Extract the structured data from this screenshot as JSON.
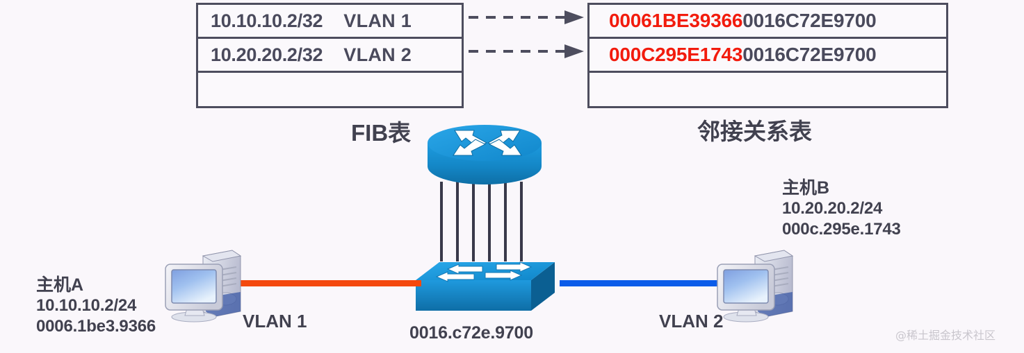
{
  "diagram": {
    "background_color": "#faf7fb",
    "fib_table": {
      "caption": "FIB表",
      "rows": [
        {
          "prefix": "10.10.10.2/32",
          "vlan": "VLAN 1"
        },
        {
          "prefix": "10.20.20.2/32",
          "vlan": "VLAN 2"
        },
        {
          "prefix": "",
          "vlan": ""
        }
      ]
    },
    "adjacency_table": {
      "caption": "邻接关系表",
      "rows": [
        {
          "dst_mac": "00061BE39366",
          "src_mac": "0016C72E9700"
        },
        {
          "dst_mac": "000C295E1743",
          "src_mac": "0016C72E9700"
        },
        {
          "dst_mac": "",
          "src_mac": ""
        }
      ],
      "dst_mac_color": "#f21b0d",
      "src_mac_color": "#4a4a5c"
    },
    "devices": {
      "router": {
        "icon": "router-icon",
        "color": "#1b9ae0"
      },
      "switch": {
        "icon": "switch-icon",
        "color": "#1b9ae0",
        "mac": "0016.c72e.9700"
      },
      "host_a": {
        "icon": "desktop-pc-icon",
        "title": "主机A",
        "ip": "10.10.10.2/24",
        "mac": "0006.1be3.9366",
        "vlan": "VLAN 1",
        "link_color": "#f4490e"
      },
      "host_b": {
        "icon": "desktop-pc-icon",
        "title": "主机B",
        "ip": "10.20.20.2/24",
        "mac": "000c.295e.1743",
        "vlan": "VLAN 2",
        "link_color": "#0b5ce9"
      }
    },
    "watermark": "@稀土掘金技术社区"
  }
}
